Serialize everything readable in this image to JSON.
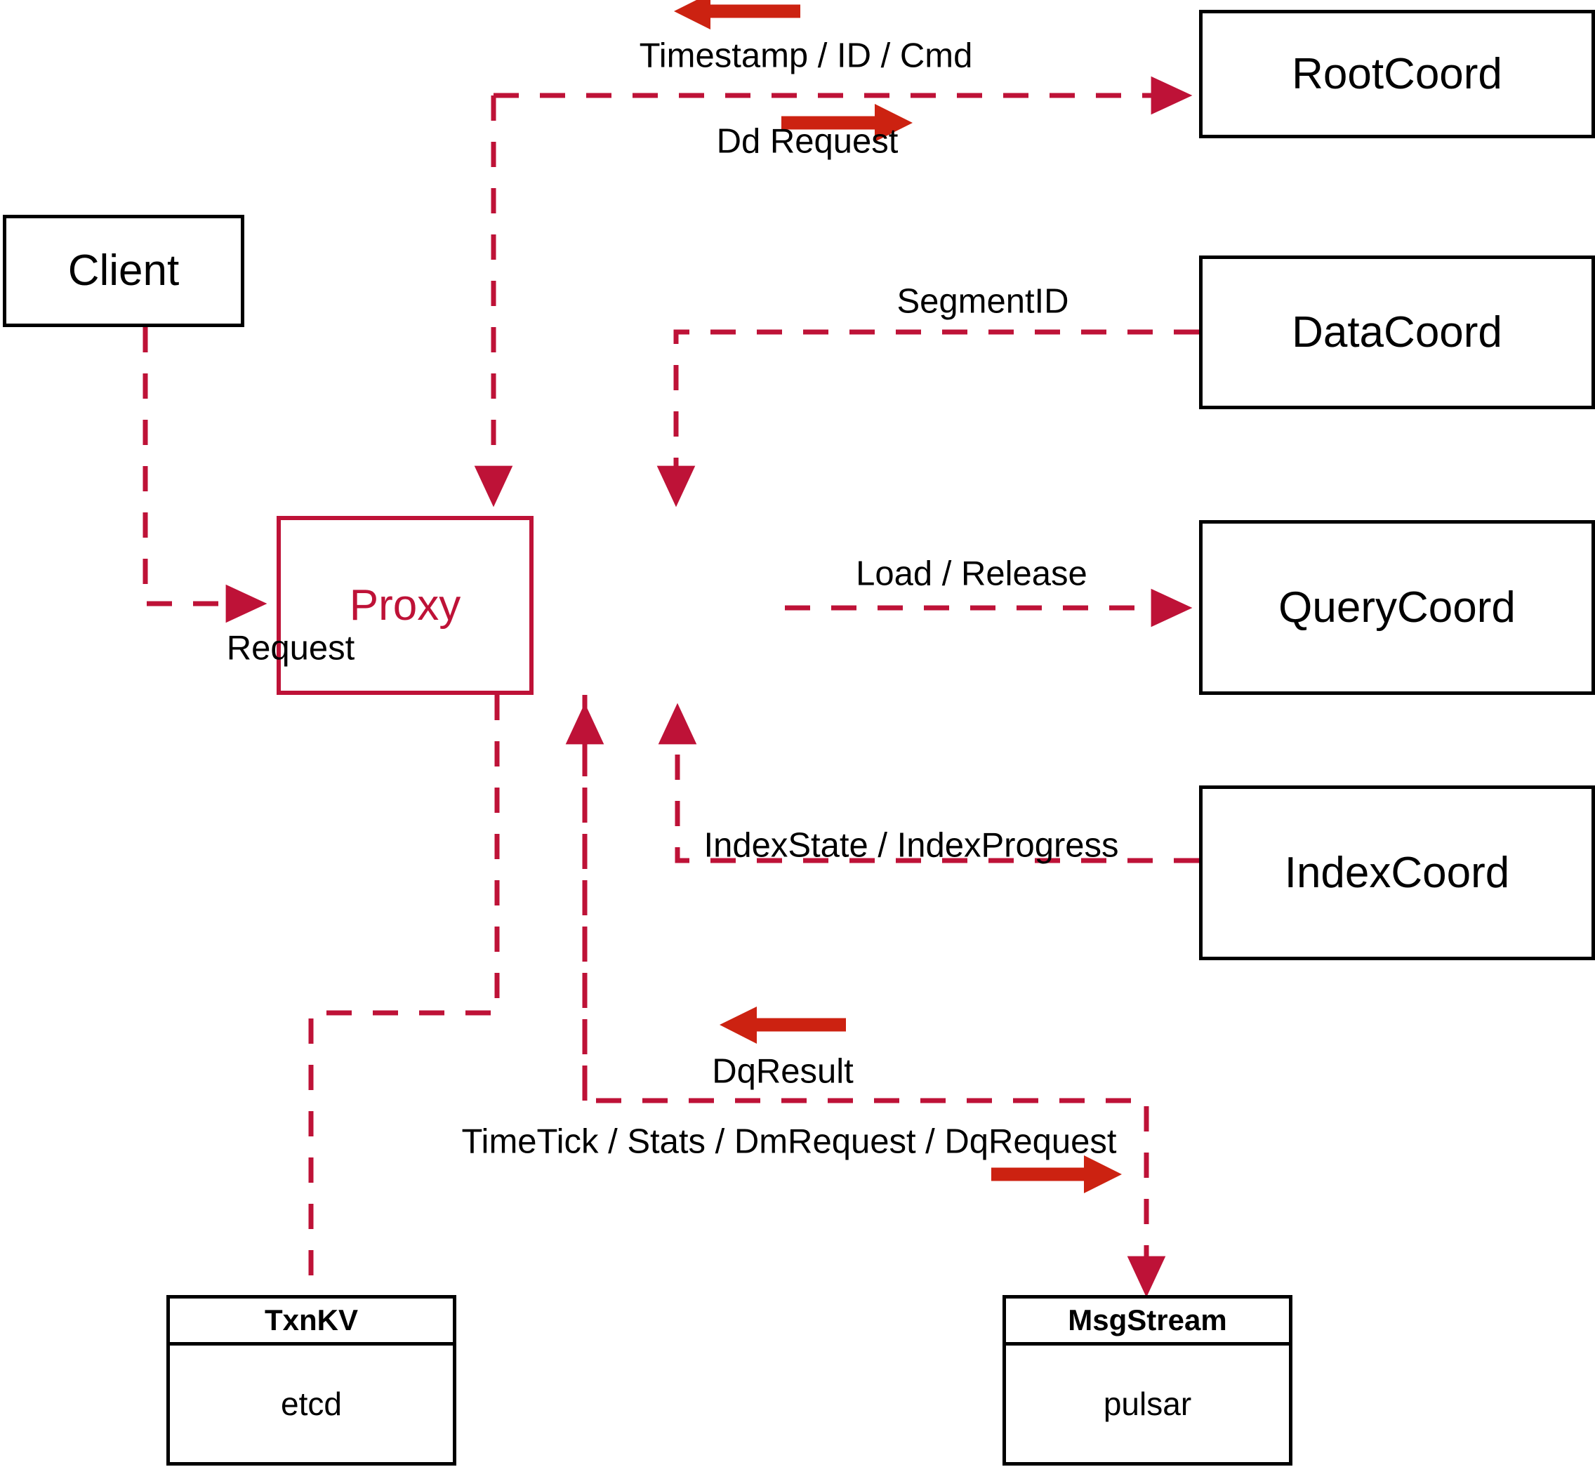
{
  "diagram": {
    "title": "Milvus Proxy interaction diagram",
    "colors": {
      "dashed_line": "#BE1237",
      "annotation_arrow": "#CC2211",
      "node_border": "#000000",
      "proxy_accent": "#BE1237",
      "background": "#FFFFFF"
    }
  },
  "nodes": {
    "client": {
      "label": "Client"
    },
    "proxy": {
      "label": "Proxy"
    },
    "root_coord": {
      "label": "RootCoord"
    },
    "data_coord": {
      "label": "DataCoord"
    },
    "query_coord": {
      "label": "QueryCoord"
    },
    "index_coord": {
      "label": "IndexCoord"
    },
    "txnkv": {
      "title": "TxnKV",
      "impl": "etcd"
    },
    "msgstream": {
      "title": "MsgStream",
      "impl": "pulsar"
    }
  },
  "edge_labels": {
    "timestamp_id_cmd": "Timestamp / ID / Cmd",
    "dd_request": "Dd Request",
    "segment_id": "SegmentID",
    "request": "Request",
    "load_release": "Load / Release",
    "index_state_progress": "IndexState / IndexProgress",
    "dq_result": "DqResult",
    "timetick_stats": "TimeTick / Stats / DmRequest / DqRequest"
  },
  "edges": [
    {
      "name": "client-to-proxy",
      "from": "client",
      "to": "proxy",
      "label": "Request",
      "style": "dashed",
      "direction": "to-proxy"
    },
    {
      "name": "proxy-to-rootcoord",
      "from": "proxy",
      "to": "root_coord",
      "label": "Dd Request",
      "style": "dashed",
      "direction": "to-rootcoord"
    },
    {
      "name": "rootcoord-to-proxy",
      "from": "root_coord",
      "to": "proxy",
      "label": "Timestamp / ID / Cmd",
      "style": "dashed",
      "direction": "to-proxy"
    },
    {
      "name": "datacoord-to-proxy",
      "from": "data_coord",
      "to": "proxy",
      "label": "SegmentID",
      "style": "dashed",
      "direction": "to-proxy"
    },
    {
      "name": "proxy-to-querycoord",
      "from": "proxy",
      "to": "query_coord",
      "label": "Load / Release",
      "style": "dashed",
      "direction": "to-querycoord"
    },
    {
      "name": "indexcoord-to-proxy",
      "from": "index_coord",
      "to": "proxy",
      "label": "IndexState / IndexProgress",
      "style": "dashed",
      "direction": "to-proxy"
    },
    {
      "name": "proxy-to-txnkv",
      "from": "proxy",
      "to": "txnkv",
      "label": "",
      "style": "dashed",
      "direction": "to-txnkv"
    },
    {
      "name": "proxy-msgstream",
      "from": "proxy",
      "to": "msgstream",
      "label": "TimeTick / Stats / DmRequest / DqRequest",
      "style": "dashed",
      "direction": "bidirectional"
    },
    {
      "name": "msgstream-to-proxy",
      "from": "msgstream",
      "to": "proxy",
      "label": "DqResult",
      "style": "dashed",
      "direction": "to-proxy"
    }
  ]
}
